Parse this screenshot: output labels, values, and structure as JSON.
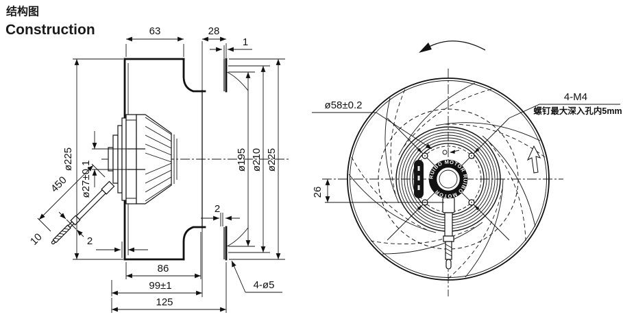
{
  "title": {
    "zh": "结构图",
    "en": "Construction"
  },
  "side_view": {
    "dims": {
      "top_width": "63",
      "inlet_depth": "28",
      "lip_thickness": "1",
      "outer_dia_left": "ø225",
      "shaft_dia": "ø27±0.1",
      "cable_length": "450",
      "cable_dia": "10",
      "plate_thickness": "2",
      "ring_thickness": "2",
      "impeller_width": "86",
      "depth_total": "99±1",
      "overall_depth": "125",
      "mount_holes": "4-ø5",
      "dia_195": "ø195",
      "dia_210": "ø210",
      "dia_225": "ø225"
    }
  },
  "front_view": {
    "dims": {
      "pilot_dia": "ø58±0.2",
      "screws": "4-M4",
      "screw_note": "螺钉最大深入孔内5mm",
      "offset_26": "26"
    },
    "hub_text": "RUIBO MOTOR   RUIBO MOTOR"
  }
}
